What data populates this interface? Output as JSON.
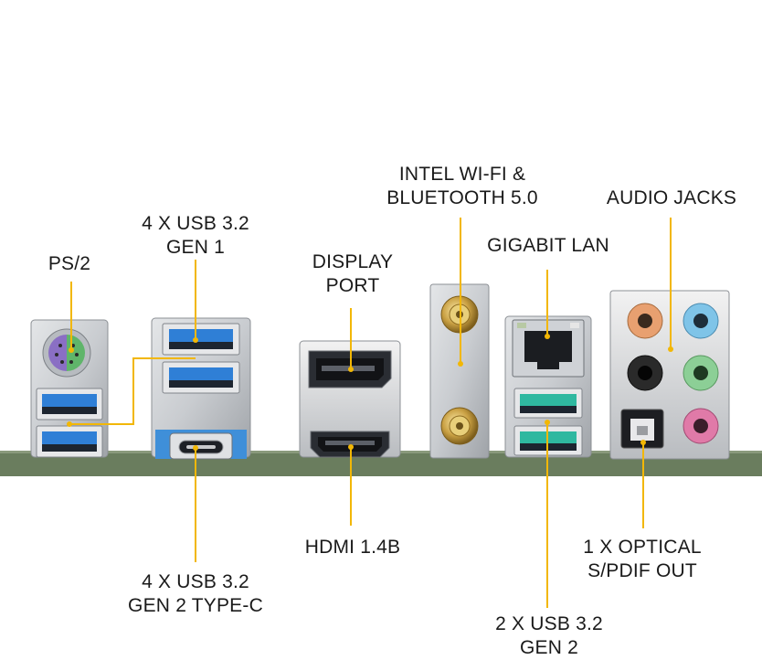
{
  "labels": {
    "ps2": "PS/2",
    "usb32_gen1_line1": "4 X USB 3.2",
    "usb32_gen1_line2": "GEN 1",
    "displayport_line1": "DISPLAY",
    "displayport_line2": "PORT",
    "wifi_line1": "INTEL WI-FI &",
    "wifi_line2": "BLUETOOTH 5.0",
    "lan": "GIGABIT LAN",
    "audio": "AUDIO JACKS",
    "hdmi": "HDMI 1.4B",
    "usb_typec_line1": "4 X USB 3.2",
    "usb_typec_line2": "GEN 2 TYPE-C",
    "usb32_gen2_line1": "2 X USB 3.2",
    "usb32_gen2_line2": "GEN 2",
    "optical_line1": "1 X OPTICAL",
    "optical_line2": "S/PDIF OUT"
  },
  "colors": {
    "callout_line": "#f2b705",
    "usb3_blue": "#2f7fd6",
    "usb_gen2_teal": "#2fb8a0",
    "pcb_green": "#6a7d5e",
    "audio_orange": "#e8a070",
    "audio_blue": "#7fc4e8",
    "audio_black": "#2a2a2a",
    "audio_green": "#8ccf96",
    "audio_pink": "#e07aa8",
    "ps2_purple": "#8a6fc4",
    "ps2_green": "#5fb56a"
  },
  "icons": [
    "ps2-port-icon",
    "usb-port-icon",
    "usb-c-port-icon",
    "displayport-icon",
    "hdmi-port-icon",
    "antenna-connector-icon",
    "rj45-port-icon",
    "audio-jack-icon",
    "optical-port-icon"
  ]
}
